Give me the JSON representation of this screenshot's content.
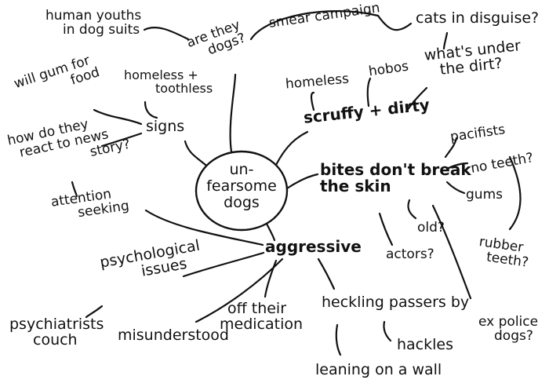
{
  "center": {
    "line1": "un-",
    "line2": "fearsome",
    "line3": "dogs"
  },
  "nodes": {
    "are_they_dogs": {
      "line1": "are they",
      "line2": "dogs?"
    },
    "smear_campaign": "smear campaign",
    "cats_in_disguise": "cats in disguise?",
    "whats_under_dirt": {
      "line1": "what's under",
      "line2": "the dirt?"
    },
    "human_youths": {
      "line1": "human youths",
      "line2": "in dog suits"
    },
    "homeless_toothless": {
      "line1": "homeless +",
      "line2": "toothless"
    },
    "will_gum": {
      "line1": "will gum for",
      "line2": "food"
    },
    "signs": "signs",
    "how_react": {
      "line1": "how do they",
      "line2": "react to news",
      "line3": "story?"
    },
    "homeless": "homeless",
    "hobos": "hobos",
    "scruffy_dirty": "scruffy + dirty",
    "pacifists": "pacifists",
    "no_teeth": "no teeth?",
    "gums": "gums",
    "bites": {
      "line1": "bites don't break",
      "line2": "the skin"
    },
    "old": "old?",
    "actors": "actors?",
    "rubber_teeth": {
      "line1": "rubber",
      "line2": "teeth?"
    },
    "ex_police": {
      "line1": "ex police",
      "line2": "dogs?"
    },
    "attention_seeking": {
      "line1": "attention",
      "line2": "seeking"
    },
    "aggressive": "aggressive",
    "psychological": {
      "line1": "psychological",
      "line2": "issues"
    },
    "psychiatrists": {
      "line1": "psychiatrists",
      "line2": "couch"
    },
    "misunderstood": "misunderstood",
    "off_meds": {
      "line1": "off their",
      "line2": "medication"
    },
    "heckling": "heckling passers by",
    "hackles": "hackles",
    "leaning": "leaning on a wall"
  }
}
